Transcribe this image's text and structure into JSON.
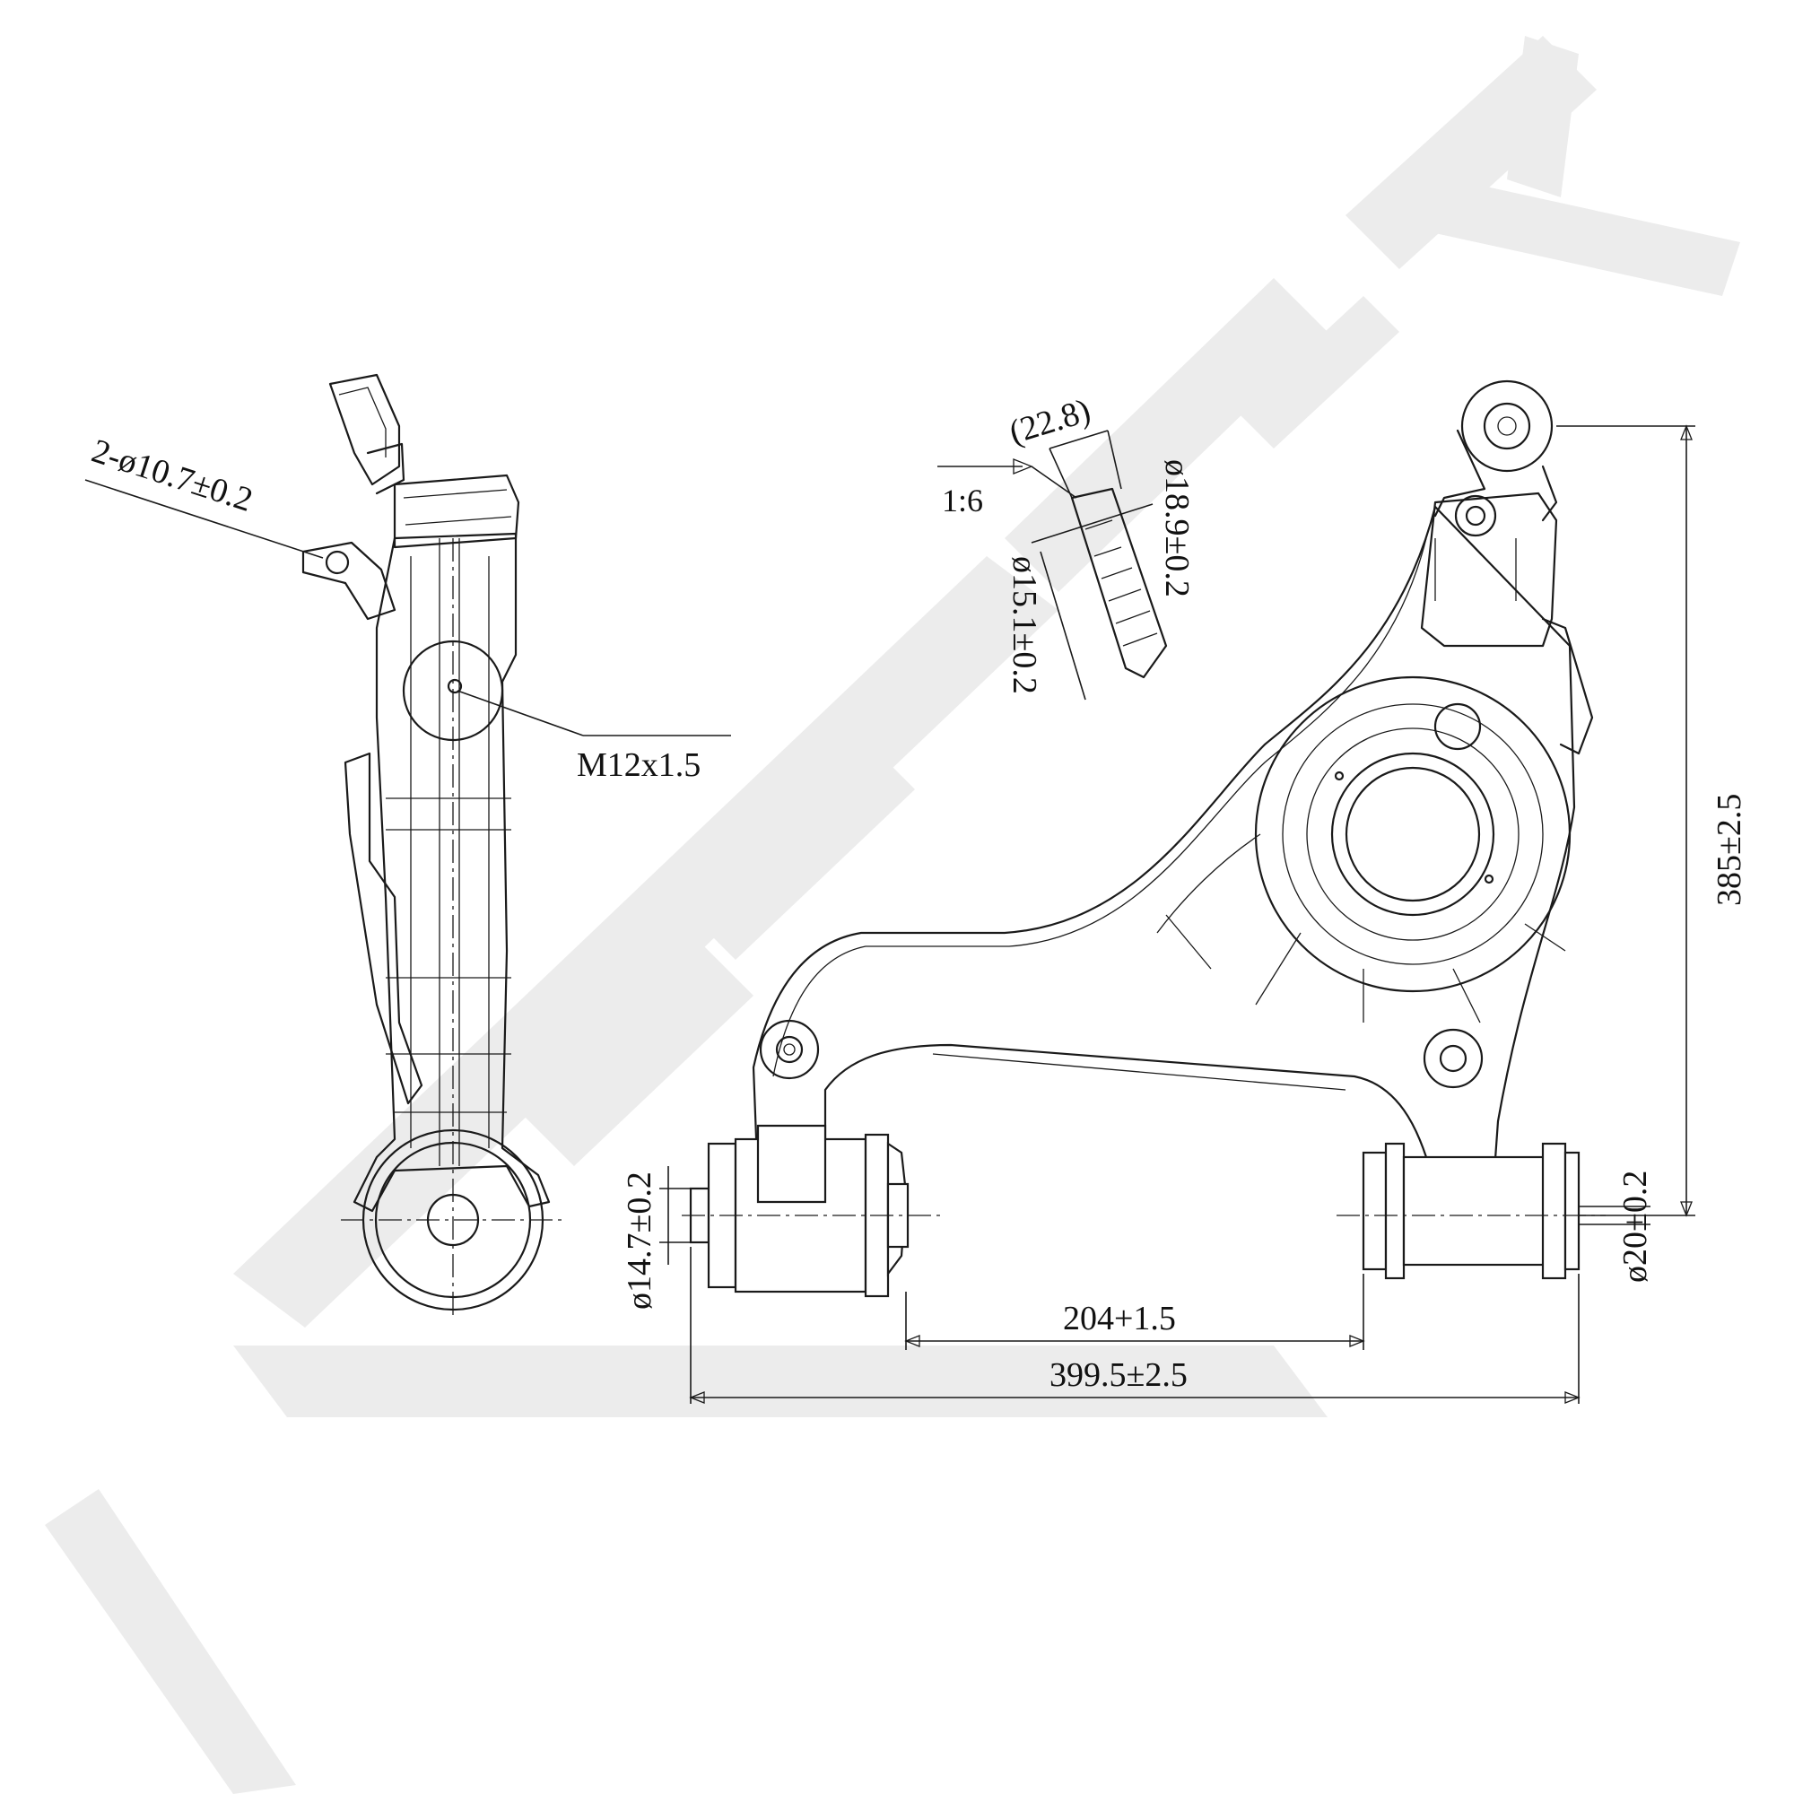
{
  "watermark": {
    "text": "ZENITEK",
    "color": "#ececec"
  },
  "side_view": {
    "hole_callout": "2-ø10.7±0.2",
    "thread_callout": "M12x1.5"
  },
  "detail_view": {
    "length_callout": "(22.8)",
    "taper_callout": "1:6",
    "dia_large": "ø18.9±0.2",
    "dia_small": "ø15.1±0.2"
  },
  "front_view": {
    "height_dim": "385±2.5",
    "bushing_left_dia": "ø14.7±0.2",
    "bushing_right_dia": "ø20±0.2",
    "inner_gap_dim": "204+1.5",
    "overall_length_dim": "399.5±2.5"
  }
}
